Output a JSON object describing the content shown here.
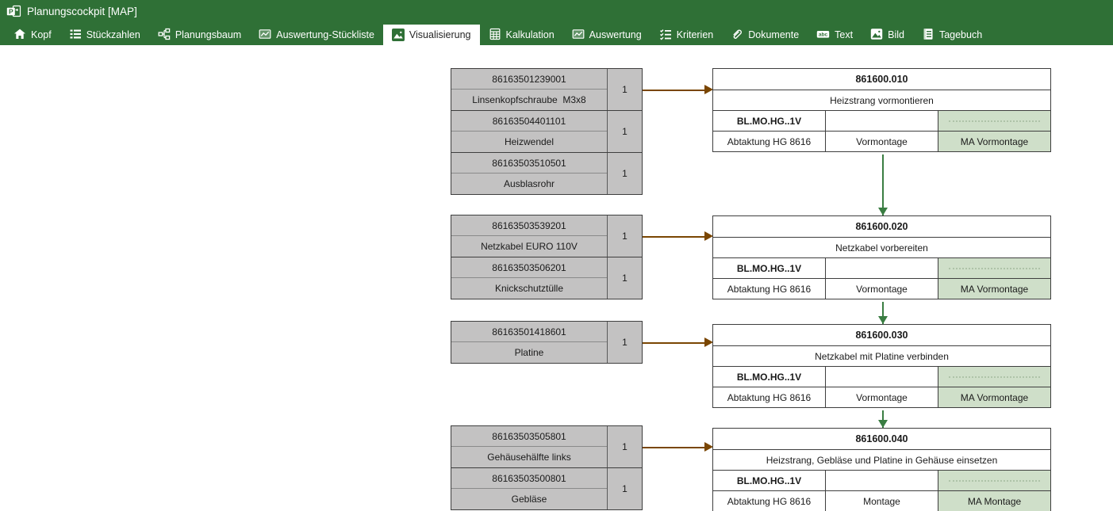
{
  "window": {
    "title": "Planungscockpit [MAP]"
  },
  "tabs": [
    {
      "label": "Kopf",
      "icon": "home-icon",
      "selected": false
    },
    {
      "label": "Stückzahlen",
      "icon": "list-icon",
      "selected": false
    },
    {
      "label": "Planungsbaum",
      "icon": "tree-icon",
      "selected": false
    },
    {
      "label": "Auswertung-Stückliste",
      "icon": "chart-icon",
      "selected": false
    },
    {
      "label": "Visualisierung",
      "icon": "image-icon",
      "selected": true
    },
    {
      "label": "Kalkulation",
      "icon": "calculator-icon",
      "selected": false
    },
    {
      "label": "Auswertung",
      "icon": "chart-icon",
      "selected": false
    },
    {
      "label": "Kriterien",
      "icon": "checklist-icon",
      "selected": false
    },
    {
      "label": "Dokumente",
      "icon": "paperclip-icon",
      "selected": false
    },
    {
      "label": "Text",
      "icon": "abc-icon",
      "selected": false
    },
    {
      "label": "Bild",
      "icon": "image-icon",
      "selected": false
    },
    {
      "label": "Tagebuch",
      "icon": "book-icon",
      "selected": false
    }
  ],
  "flow": {
    "groups": [
      {
        "parts": [
          {
            "number": "86163501239001",
            "name": "Linsenkopfschraube  M3x8",
            "qty": "1"
          },
          {
            "number": "86163504401101",
            "name": "Heizwendel",
            "qty": "1"
          },
          {
            "number": "86163503510501",
            "name": "Ausblasrohr",
            "qty": "1"
          }
        ],
        "operation": {
          "id": "861600.010",
          "name": "Heizstrang vormontieren",
          "code": "BL.MO.HG..1V",
          "workcenter": "Abtaktung HG 8616",
          "area": "Vormontage",
          "resource": "MA Vormontage"
        }
      },
      {
        "parts": [
          {
            "number": "86163503539201",
            "name": "Netzkabel EURO 110V",
            "qty": "1"
          },
          {
            "number": "86163503506201",
            "name": "Knickschutztülle",
            "qty": "1"
          }
        ],
        "operation": {
          "id": "861600.020",
          "name": "Netzkabel vorbereiten",
          "code": "BL.MO.HG..1V",
          "workcenter": "Abtaktung HG 8616",
          "area": "Vormontage",
          "resource": "MA Vormontage"
        }
      },
      {
        "parts": [
          {
            "number": "86163501418601",
            "name": "Platine",
            "qty": "1"
          }
        ],
        "operation": {
          "id": "861600.030",
          "name": "Netzkabel mit Platine verbinden",
          "code": "BL.MO.HG..1V",
          "workcenter": "Abtaktung HG 8616",
          "area": "Vormontage",
          "resource": "MA Vormontage"
        }
      },
      {
        "parts": [
          {
            "number": "86163503505801",
            "name": "Gehäusehälfte links",
            "qty": "1"
          },
          {
            "number": "86163503500801",
            "name": "Gebläse",
            "qty": "1"
          }
        ],
        "operation": {
          "id": "861600.040",
          "name": "Heizstrang, Gebläse und Platine in Gehäuse einsetzen",
          "code": "BL.MO.HG..1V",
          "workcenter": "Abtaktung HG 8616",
          "area": "Montage",
          "resource": "MA Montage"
        }
      }
    ]
  },
  "colors": {
    "header_green": "#2f7036",
    "part_gray": "#c3c2c2",
    "cell_green": "#cfdfc9",
    "arrow_brown": "#7a4602",
    "connector_green": "#3a7d42"
  }
}
